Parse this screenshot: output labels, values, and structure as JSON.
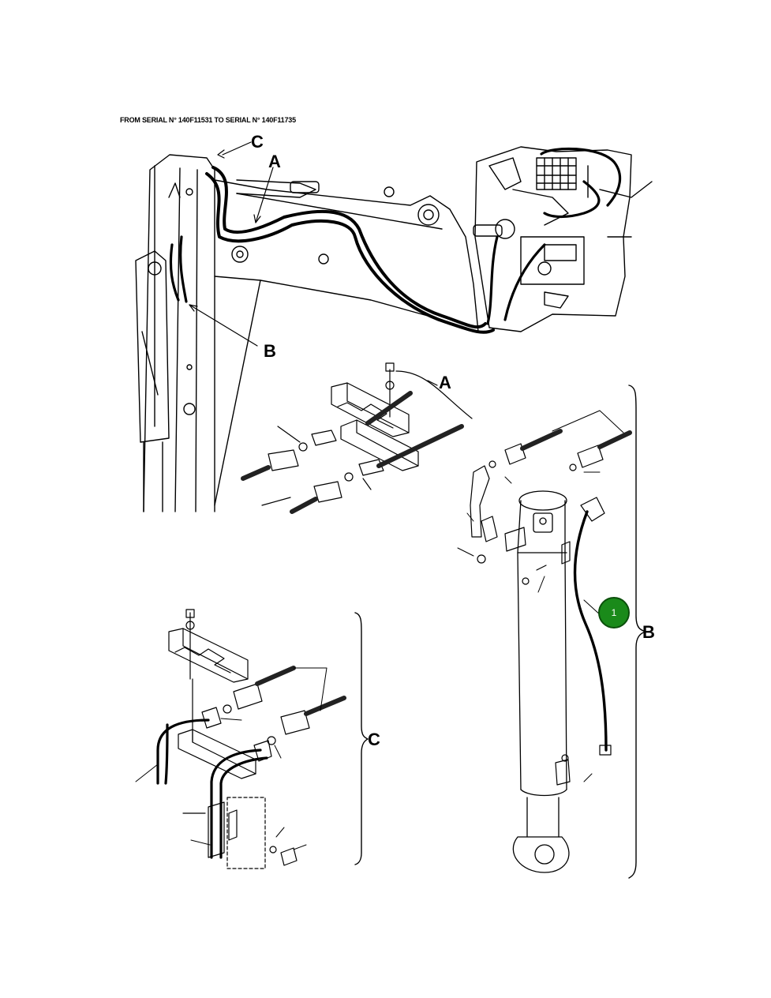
{
  "header": {
    "serial_text": "FROM SERIAL N° 140F11531 TO SERIAL N° 140F11735"
  },
  "callouts": {
    "a_top": "A",
    "b_top": "B",
    "c_top": "C",
    "a_detail": "A",
    "b_detail": "B",
    "c_detail": "C"
  },
  "reference": {
    "item_number": "1",
    "color": "#1a8a1a"
  }
}
